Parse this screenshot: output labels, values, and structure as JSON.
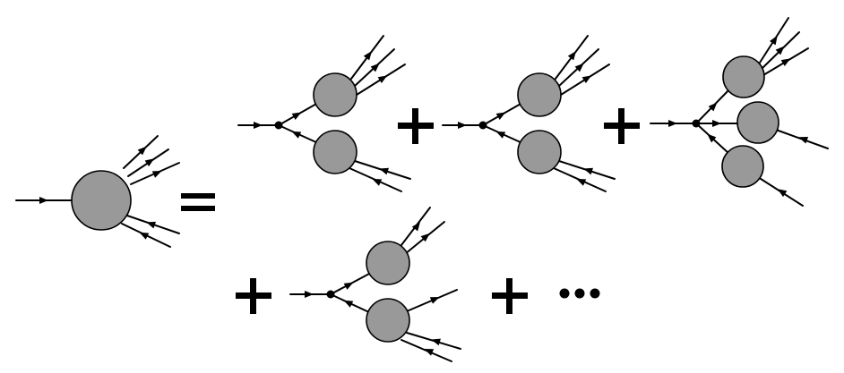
{
  "equation": {
    "equals_symbol": "=",
    "plus_symbol": "+",
    "ellipsis": "•••"
  },
  "colors": {
    "blob_fill": "#999999",
    "line": "#000000",
    "background": "#ffffff"
  },
  "terms": [
    {
      "id": "lhs",
      "description_blobs": 1,
      "incoming_lines": 1,
      "outgoing_lines": 3,
      "incoming_external": 2
    },
    {
      "id": "term-1",
      "vertex": true,
      "blobs": 2
    },
    {
      "id": "term-2",
      "vertex": true,
      "blobs": 2
    },
    {
      "id": "term-3",
      "vertex": true,
      "blobs": 3
    },
    {
      "id": "term-4",
      "vertex": true,
      "blobs": 2
    }
  ]
}
